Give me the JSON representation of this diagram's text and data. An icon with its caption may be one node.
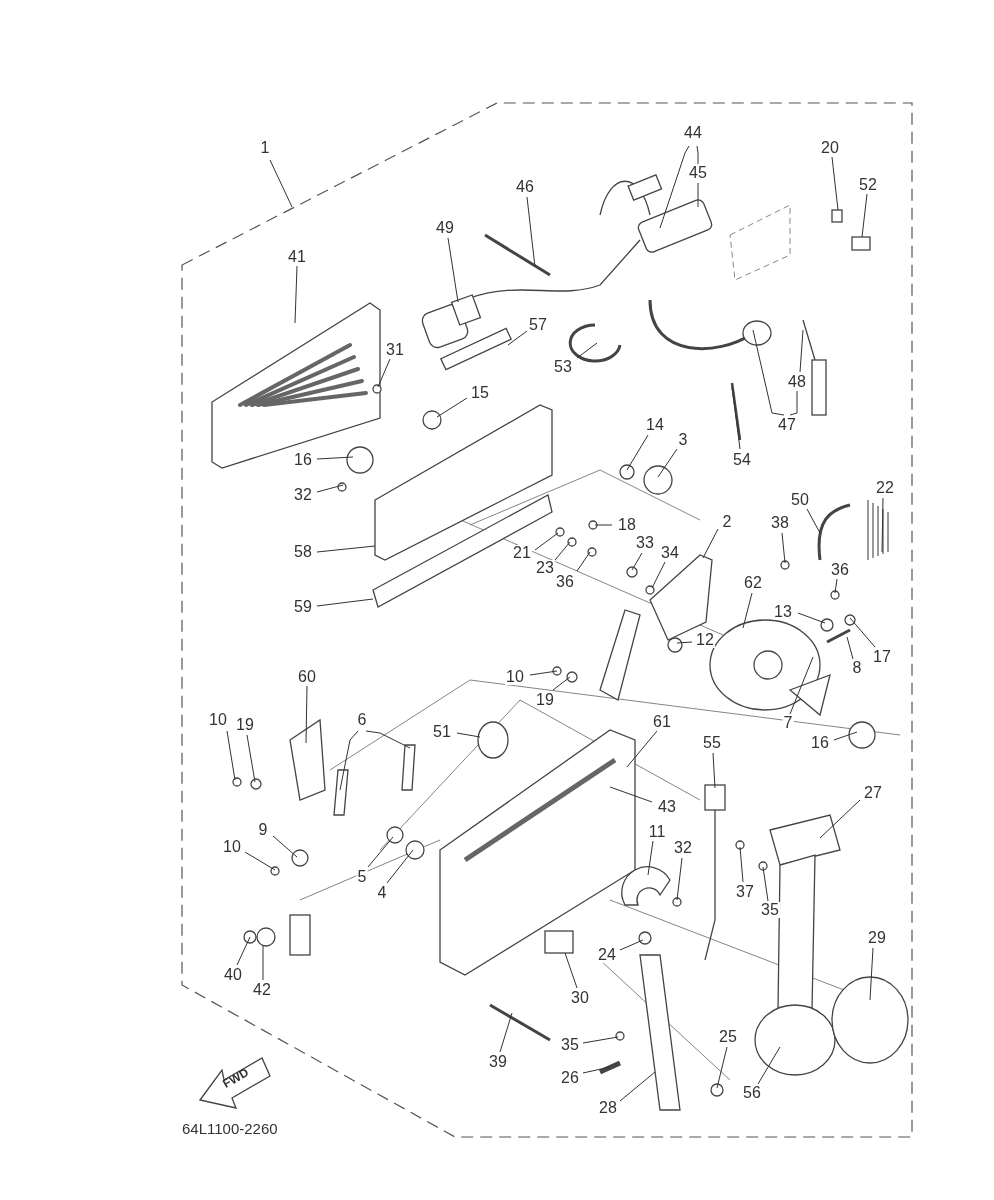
{
  "diagram": {
    "nodes": [
      {
        "text": [
          "44"
        ]
      },
      {
        "text": [
          "1"
        ]
      },
      {
        "text": [
          "20"
        ]
      },
      {
        "text": [
          "45"
        ]
      },
      {
        "text": [
          "52"
        ]
      },
      {
        "text": [
          "46"
        ]
      },
      {
        "text": [
          "49"
        ]
      },
      {
        "text": [
          "41"
        ]
      },
      {
        "text": [
          "57"
        ]
      },
      {
        "text": [
          "31"
        ]
      },
      {
        "text": [
          "53"
        ]
      },
      {
        "text": [
          "48"
        ]
      },
      {
        "text": [
          "15"
        ]
      },
      {
        "text": [
          "14"
        ]
      },
      {
        "text": [
          "47"
        ]
      },
      {
        "text": [
          "3"
        ]
      },
      {
        "text": [
          "16"
        ]
      },
      {
        "text": [
          "54"
        ]
      },
      {
        "text": [
          "22"
        ]
      },
      {
        "text": [
          "32"
        ]
      },
      {
        "text": [
          "50"
        ]
      },
      {
        "text": [
          "2"
        ]
      },
      {
        "text": [
          "38"
        ]
      },
      {
        "text": [
          "18"
        ]
      },
      {
        "text": [
          "33"
        ]
      },
      {
        "text": [
          "58"
        ]
      },
      {
        "text": [
          "21"
        ]
      },
      {
        "text": [
          "34"
        ]
      },
      {
        "text": [
          "23"
        ]
      },
      {
        "text": [
          "36"
        ]
      },
      {
        "text": [
          "36"
        ]
      },
      {
        "text": [
          "62"
        ]
      },
      {
        "text": [
          "59"
        ]
      },
      {
        "text": [
          "13"
        ]
      },
      {
        "text": [
          "12"
        ]
      },
      {
        "text": [
          "17"
        ]
      },
      {
        "text": [
          "8"
        ]
      },
      {
        "text": [
          "60"
        ]
      },
      {
        "text": [
          "10"
        ]
      },
      {
        "text": [
          "19"
        ]
      },
      {
        "text": [
          "10"
        ]
      },
      {
        "text": [
          "6"
        ]
      },
      {
        "text": [
          "61"
        ]
      },
      {
        "text": [
          "7"
        ]
      },
      {
        "text": [
          "19"
        ]
      },
      {
        "text": [
          "51"
        ]
      },
      {
        "text": [
          "55"
        ]
      },
      {
        "text": [
          "16"
        ]
      },
      {
        "text": [
          "27"
        ]
      },
      {
        "text": [
          "43"
        ]
      },
      {
        "text": [
          "9"
        ]
      },
      {
        "text": [
          "11"
        ]
      },
      {
        "text": [
          "10"
        ]
      },
      {
        "text": [
          "32"
        ]
      },
      {
        "text": [
          "5"
        ]
      },
      {
        "text": [
          "37"
        ]
      },
      {
        "text": [
          "4"
        ]
      },
      {
        "text": [
          "35"
        ]
      },
      {
        "text": [
          "29"
        ]
      },
      {
        "text": [
          "24"
        ]
      },
      {
        "text": [
          "40"
        ]
      },
      {
        "text": [
          "42"
        ]
      },
      {
        "text": [
          "30"
        ]
      },
      {
        "text": [
          "25"
        ]
      },
      {
        "text": [
          "35"
        ]
      },
      {
        "text": [
          "39"
        ]
      },
      {
        "text": [
          "26"
        ]
      },
      {
        "text": [
          "56"
        ]
      },
      {
        "text": [
          "28"
        ]
      }
    ],
    "edges": [
      {
        "from": 0,
        "to": null,
        "arrow": "none"
      },
      {
        "from": 0,
        "to": 3,
        "arrow": "none"
      },
      {
        "from": 1,
        "to": null,
        "arrow": "none"
      },
      {
        "from": 2,
        "to": null,
        "arrow": "none"
      },
      {
        "from": 3,
        "to": null,
        "arrow": "none"
      },
      {
        "from": 4,
        "to": null,
        "arrow": "none"
      },
      {
        "from": 5,
        "to": null,
        "arrow": "none"
      },
      {
        "from": 6,
        "to": null,
        "arrow": "none"
      },
      {
        "from": 7,
        "to": null,
        "arrow": "none"
      },
      {
        "from": 8,
        "to": null,
        "arrow": "none"
      },
      {
        "from": 9,
        "to": null,
        "arrow": "none"
      },
      {
        "from": 10,
        "to": null,
        "arrow": "none"
      },
      {
        "from": 11,
        "to": null,
        "arrow": "none"
      },
      {
        "from": 12,
        "to": null,
        "arrow": "none"
      },
      {
        "from": 13,
        "to": null,
        "arrow": "none"
      },
      {
        "from": 14,
        "to": null,
        "arrow": "none"
      },
      {
        "from": 14,
        "to": 11,
        "arrow": "none"
      },
      {
        "from": 15,
        "to": null,
        "arrow": "none"
      },
      {
        "from": 16,
        "to": null,
        "arrow": "none"
      },
      {
        "from": 17,
        "to": null,
        "arrow": "none"
      },
      {
        "from": 18,
        "to": null,
        "arrow": "none"
      },
      {
        "from": 19,
        "to": null,
        "arrow": "none"
      },
      {
        "from": 20,
        "to": null,
        "arrow": "none"
      },
      {
        "from": 21,
        "to": null,
        "arrow": "none"
      },
      {
        "from": 22,
        "to": null,
        "arrow": "none"
      },
      {
        "from": 23,
        "to": null,
        "arrow": "none"
      },
      {
        "from": 24,
        "to": null,
        "arrow": "none"
      },
      {
        "from": 25,
        "to": null,
        "arrow": "none"
      },
      {
        "from": 26,
        "to": null,
        "arrow": "none"
      },
      {
        "from": 27,
        "to": null,
        "arrow": "none"
      },
      {
        "from": 28,
        "to": null,
        "arrow": "none"
      },
      {
        "from": 29,
        "to": null,
        "arrow": "none"
      },
      {
        "from": 30,
        "to": null,
        "arrow": "none"
      },
      {
        "from": 31,
        "to": null,
        "arrow": "none"
      },
      {
        "from": 32,
        "to": null,
        "arrow": "none"
      },
      {
        "from": 33,
        "to": null,
        "arrow": "none"
      },
      {
        "from": 34,
        "to": null,
        "arrow": "none"
      },
      {
        "from": 35,
        "to": null,
        "arrow": "none"
      },
      {
        "from": 36,
        "to": null,
        "arrow": "none"
      },
      {
        "from": 37,
        "to": null,
        "arrow": "none"
      },
      {
        "from": 38,
        "to": null,
        "arrow": "none"
      },
      {
        "from": 39,
        "to": null,
        "arrow": "none"
      },
      {
        "from": 40,
        "to": null,
        "arrow": "none"
      },
      {
        "from": 41,
        "to": null,
        "arrow": "none"
      },
      {
        "from": 41,
        "to": null,
        "arrow": "none"
      },
      {
        "from": 42,
        "to": null,
        "arrow": "none"
      },
      {
        "from": 43,
        "to": null,
        "arrow": "none"
      },
      {
        "from": 44,
        "to": null,
        "arrow": "none"
      },
      {
        "from": 45,
        "to": null,
        "arrow": "none"
      },
      {
        "from": 46,
        "to": null,
        "arrow": "none"
      },
      {
        "from": 47,
        "to": null,
        "arrow": "none"
      },
      {
        "from": 48,
        "to": null,
        "arrow": "none"
      },
      {
        "from": 49,
        "to": null,
        "arrow": "none"
      },
      {
        "from": 50,
        "to": null,
        "arrow": "none"
      },
      {
        "from": 51,
        "to": null,
        "arrow": "none"
      },
      {
        "from": 52,
        "to": null,
        "arrow": "none"
      },
      {
        "from": 53,
        "to": null,
        "arrow": "none"
      },
      {
        "from": 54,
        "to": null,
        "arrow": "none"
      },
      {
        "from": 55,
        "to": null,
        "arrow": "none"
      },
      {
        "from": 56,
        "to": null,
        "arrow": "none"
      },
      {
        "from": 57,
        "to": null,
        "arrow": "none"
      },
      {
        "from": 58,
        "to": null,
        "arrow": "none"
      },
      {
        "from": 59,
        "to": null,
        "arrow": "none"
      },
      {
        "from": 60,
        "to": null,
        "arrow": "none"
      },
      {
        "from": 61,
        "to": null,
        "arrow": "none"
      },
      {
        "from": 62,
        "to": null,
        "arrow": "none"
      },
      {
        "from": 63,
        "to": null,
        "arrow": "none"
      },
      {
        "from": 64,
        "to": null,
        "arrow": "none"
      },
      {
        "from": 65,
        "to": null,
        "arrow": "none"
      },
      {
        "from": 66,
        "to": null,
        "arrow": "none"
      },
      {
        "from": 67,
        "to": null,
        "arrow": "none"
      },
      {
        "from": 68,
        "to": null,
        "arrow": "none"
      }
    ],
    "labels": [
      "FWD",
      "64L1100-2260"
    ]
  }
}
